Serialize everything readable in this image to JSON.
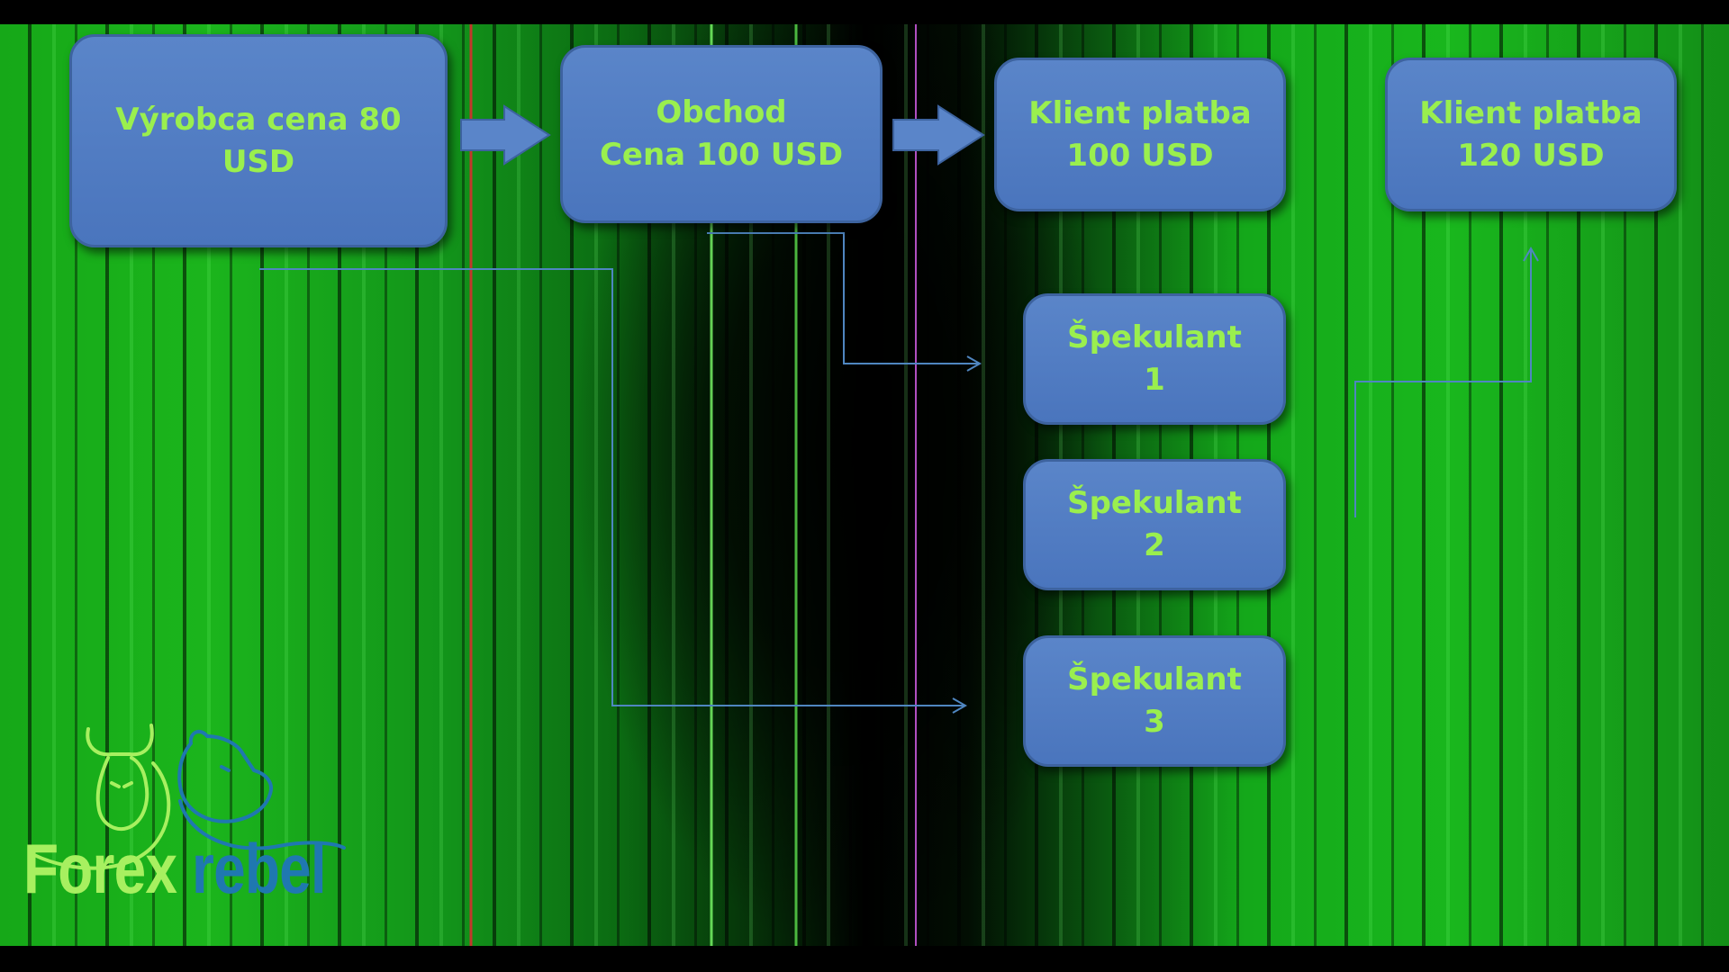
{
  "nodes": {
    "producer": {
      "line1": "Výrobca cena 80",
      "line2": "USD"
    },
    "shop": {
      "line1": "Obchod",
      "line2": "Cena 100 USD"
    },
    "client1": {
      "line1": "Klient platba",
      "line2": "100 USD"
    },
    "client2": {
      "line1": "Klient platba",
      "line2": "120 USD"
    },
    "speculator1": {
      "line1": "Špekulant",
      "line2": "1"
    },
    "speculator2": {
      "line1": "Špekulant",
      "line2": "2"
    },
    "speculator3": {
      "line1": "Špekulant",
      "line2": "3"
    }
  },
  "logo": {
    "word1": "Forex",
    "word2": "rebel"
  },
  "colors": {
    "box_fill": "#5a85c9",
    "box_text": "#9aef4e",
    "connector": "#4f86c0",
    "logo_green": "#a7f060",
    "logo_blue": "#1f78b0"
  }
}
